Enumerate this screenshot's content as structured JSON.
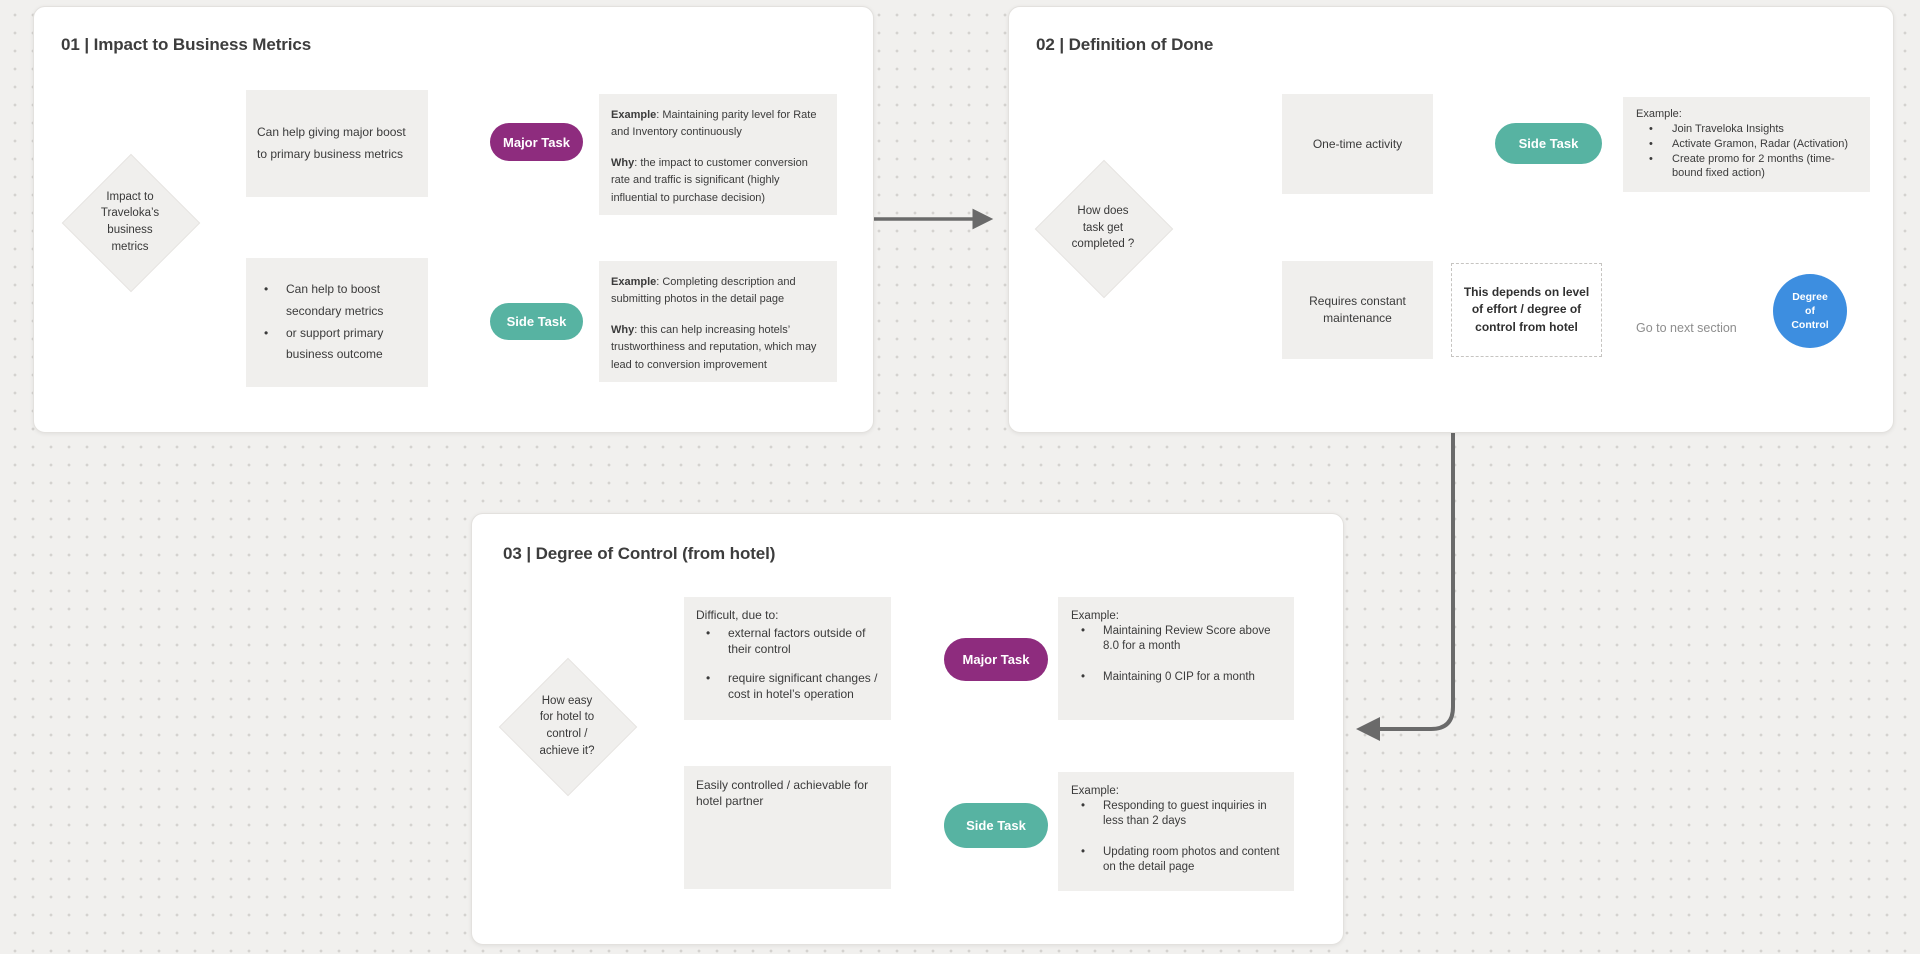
{
  "sections": {
    "s1": {
      "title": "01 | Impact to Business Metrics",
      "diamond": "Impact to Traveloka’s business metrics",
      "branch_top": "Can help giving major boost to primary business metrics",
      "branch_bottom_bullets": [
        "Can help to boost secondary metrics",
        "or support primary business outcome"
      ],
      "pill_top": "Major Task",
      "pill_bottom": "Side Task",
      "example_top": {
        "example_label": "Example",
        "example_text": ": Maintaining parity level for Rate and Inventory continuously",
        "why_label": "Why",
        "why_text": ": the impact to customer conversion rate and traffic is significant (highly influential to purchase decision)"
      },
      "example_bottom": {
        "example_label": "Example",
        "example_text": ": Completing description and submitting photos in the detail page",
        "why_label": "Why",
        "why_text": ": this can help increasing hotels’ trustworthiness and reputation, which may lead to conversion improvement"
      }
    },
    "s2": {
      "title": "02 | Definition of Done",
      "diamond": "How does task get completed ?",
      "branch_top": "One-time activity",
      "pill_top": "Side Task",
      "example_label": "Example:",
      "example_bullets": [
        "Join Traveloka Insights",
        "Activate Gramon, Radar (Activation)",
        "Create promo for 2 months (time-bound fixed action)"
      ],
      "branch_bottom": "Requires constant maintenance",
      "dashed_note": "This depends on level of effort / degree of control from hotel",
      "link_label": "Go to next section",
      "circle_label": "Degree of Control"
    },
    "s3": {
      "title": "03 | Degree of Control (from hotel)",
      "diamond": "How easy for hotel to control / achieve it?",
      "branch_top_label": "Difficult, due to:",
      "branch_top_bullets": [
        "external factors outside of their control",
        "require significant changes / cost in hotel’s operation"
      ],
      "pill_top": "Major Task",
      "example_top_label": "Example:",
      "example_top_bullets": [
        "Maintaining Review Score above 8.0 for a month",
        "Maintaining 0 CIP for a month"
      ],
      "branch_bottom": "Easily controlled / achievable for hotel partner",
      "pill_bottom": "Side Task",
      "example_bottom_label": "Example:",
      "example_bottom_bullets": [
        "Responding to guest inquiries in less than 2 days",
        "Updating room photos and content on the detail page"
      ]
    }
  },
  "colors": {
    "major_task": "#8E2C7E",
    "side_task": "#57B3A2",
    "degree_circle": "#3D8EE0",
    "connector_gray": "#6A6A6A",
    "connector_thin": "#8C8C8C",
    "connector_blue_line": "#7FA3E3",
    "connector_blue_arrow": "#3B7FD4",
    "canvas_background": "#F1F0EE",
    "shape_fill": "#F0EFED"
  }
}
